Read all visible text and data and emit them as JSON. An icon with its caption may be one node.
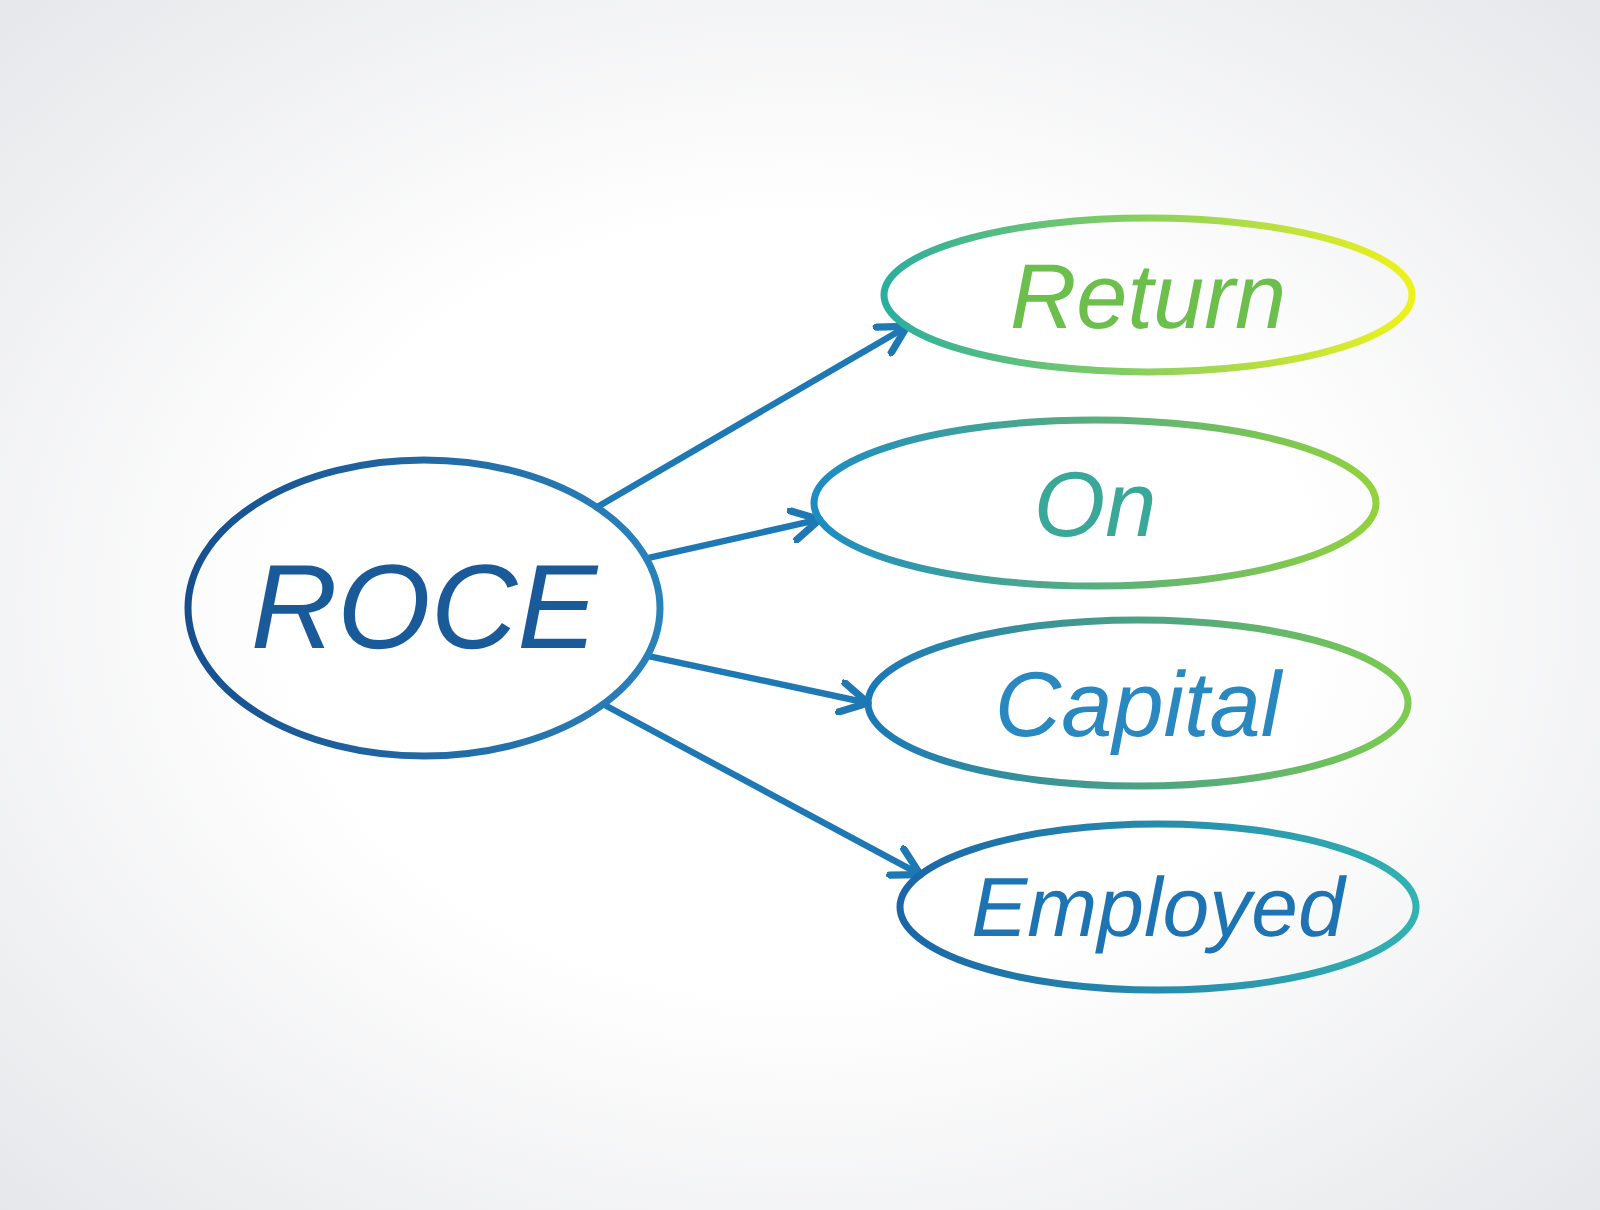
{
  "diagram": {
    "nodes": [
      {
        "text": [
          "ROCE"
        ]
      },
      {
        "text": [
          "Return"
        ]
      },
      {
        "text": [
          "On"
        ]
      },
      {
        "text": [
          "Capital"
        ]
      },
      {
        "text": [
          "Employed"
        ]
      }
    ],
    "edges": [
      {
        "from": 0,
        "to": 1,
        "arrow": "to"
      },
      {
        "from": 0,
        "to": 2,
        "arrow": "to"
      },
      {
        "from": 0,
        "to": 3,
        "arrow": "to"
      },
      {
        "from": 0,
        "to": 4,
        "arrow": "to"
      }
    ]
  }
}
